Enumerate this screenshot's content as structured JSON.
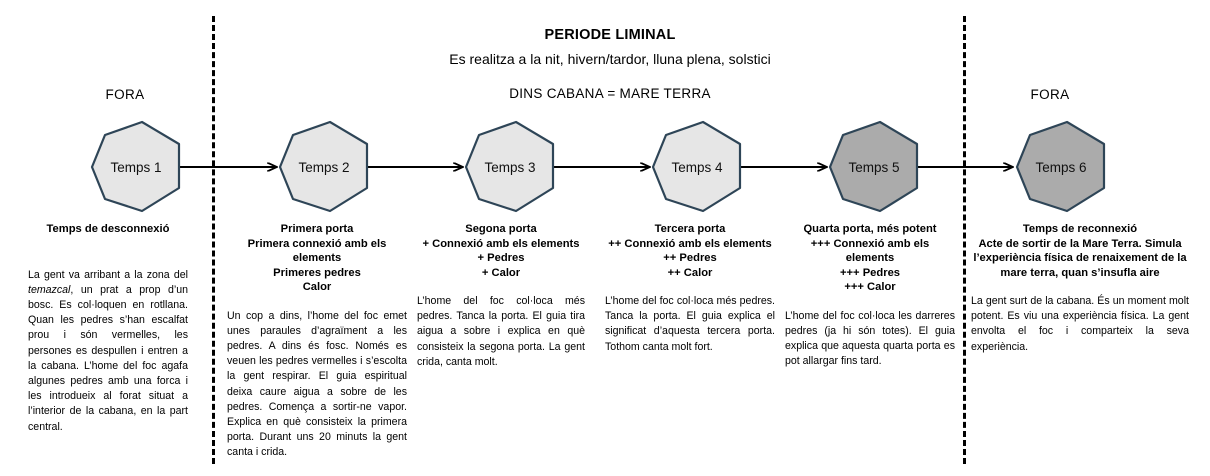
{
  "header": {
    "title": "PERIODE LIMINAL",
    "subtitle": "Es realitza a la nit, hivern/tardor, lluna plena, solstici",
    "inside_label": "DINS CABANA = MARE TERRA"
  },
  "zones": {
    "outside_left": "FORA",
    "outside_right": "FORA"
  },
  "colors": {
    "node_fill_light": "#E6E6E6",
    "node_fill_dark": "#ABABAB",
    "node_stroke": "#2E4557",
    "connector": "#000000",
    "divider": "#000000",
    "text": "#000000"
  },
  "nodes": [
    {
      "id": "temps-1",
      "label": "Temps 1",
      "fill": "light"
    },
    {
      "id": "temps-2",
      "label": "Temps 2",
      "fill": "light"
    },
    {
      "id": "temps-3",
      "label": "Temps 3",
      "fill": "light"
    },
    {
      "id": "temps-4",
      "label": "Temps 4",
      "fill": "light"
    },
    {
      "id": "temps-5",
      "label": "Temps 5",
      "fill": "dark"
    },
    {
      "id": "temps-6",
      "label": "Temps 6",
      "fill": "dark"
    }
  ],
  "columns": [
    {
      "caption": "Temps de desconnexió",
      "body_pre": "La gent va arribant a la zona del ",
      "body_italic": "temazcal",
      "body_post": ", un prat a prop d’un bosc. Es col·loquen en rotllana. Quan les pedres s’han escalfat prou i són vermelles, les persones es despullen i entren a la cabana. L’home del foc agafa algunes pedres amb una forca i les introdueix al forat situat a l’interior de la cabana, en la part central."
    },
    {
      "caption": "Primera porta\nPrimera connexió amb els elements\nPrimeres pedres\nCalor",
      "body": "Un cop a dins, l’home del foc emet unes paraules d’agraïment a les pedres. A dins és fosc. Només es veuen les pedres vermelles i s’escolta la gent respirar. El guia espiritual deixa caure aigua a sobre de les pedres. Comença a sortir-ne vapor. Explica en què consisteix la primera porta. Durant uns 20 minuts la gent canta i crida."
    },
    {
      "caption": "Segona porta\n+ Connexió amb els elements\n+ Pedres\n+ Calor",
      "body": "L’home del foc col·loca més pedres. Tanca la porta. El guia tira aigua a sobre i explica en què consisteix la segona porta. La gent crida, canta molt."
    },
    {
      "caption": "Tercera porta\n++ Connexió amb els elements\n++ Pedres\n++ Calor",
      "body": "L’home del foc col·loca més pedres. Tanca la porta. El guia explica el significat d’aquesta tercera porta. Tothom canta molt fort."
    },
    {
      "caption": "Quarta porta, més potent\n+++ Connexió amb els elements\n+++ Pedres\n+++ Calor",
      "body": "L’home del foc col·loca les darreres pedres (ja hi són totes). El guia explica que aquesta quarta porta es pot allargar fins tard."
    },
    {
      "caption": "Temps de reconnexió\nActe de sortir de la Mare Terra. Simula l’experiència física de renaixement de la mare terra, quan s’insufla aire",
      "body": "La gent surt de la cabana. És un moment molt potent. Es viu una experiència física. La gent envolta el foc i comparteix la seva experiència."
    }
  ]
}
